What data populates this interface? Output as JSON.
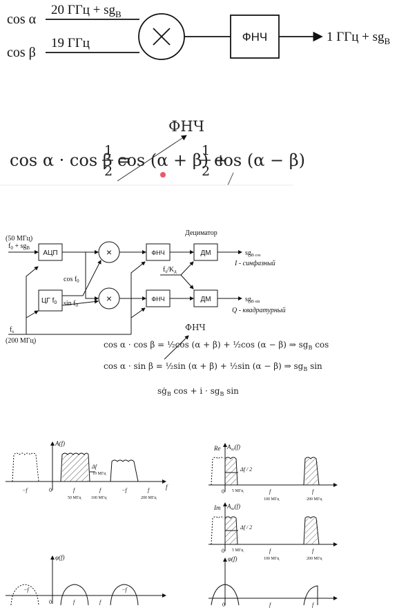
{
  "diagram1": {
    "input_a": "cos α",
    "input_b": "cos β",
    "signal_a": "20 ГГц + sg",
    "signal_a_sub": "B",
    "signal_b": "19 ГГц",
    "mixer": "×",
    "filter": "ФНЧ",
    "output": "1 ГГц + sg",
    "output_sub": "B"
  },
  "formula1": {
    "label": "ФНЧ",
    "lhs": "cos α · cos β =",
    "half": "1",
    "half_den": "2",
    "term1": "cos (α + β) +",
    "term2": "cos (α − β)"
  },
  "diagram2": {
    "in_freq": "(50 МГц)",
    "in_sig": "f",
    "in_sig_sub": "0",
    "in_sig2": " + sg",
    "in_sig2_sub": "B",
    "adc": "АЦП",
    "gen": "ЦГ f",
    "gen_sub": "0",
    "cos_label": "cos f",
    "cos_sub": "0",
    "sin_label": "sin f",
    "sin_sub": "0",
    "lpf1": "ФНЧ",
    "lpf2": "ФНЧ",
    "dm1": "ДМ",
    "dm2": "ДМ",
    "decimator": "Дециматор",
    "decim_ratio": "f",
    "decim_ratio_sub": "s",
    "decim_ratio2": "/K",
    "decim_ratio2_sub": "д",
    "out1": "sg",
    "out1_sub": "B cos",
    "out1_desc": "I - синфазный",
    "out2": "sg",
    "out2_sub": "B sin",
    "out2_desc": "Q - квадратурный",
    "fs": "f",
    "fs_sub": "s",
    "fs_freq": "(200 МГц)",
    "mix": "×",
    "lpf_label": "ФНЧ",
    "eq1": "cos α · cos β = ½cos (α + β) + ½cos (α − β) ⇒ sg",
    "eq1_sub": "B",
    "eq1_end": " cos",
    "eq2": "cos α · sin β = ½sin (α + β) + ½sin (α − β) ⇒ sg",
    "eq2_sub": "B",
    "eq2_end": " sin",
    "eq3": "sġ",
    "eq3_sub": "B",
    "eq3_mid": " cos + i · sg",
    "eq3_sub2": "B",
    "eq3_end": " sin"
  },
  "spectra": {
    "left_amp_label": "A(f)",
    "left_phase_label": "φ(f)",
    "minus_f0": "−f",
    "f0": "f",
    "fs": "f",
    "minus_fs": "−f",
    "zero": "0",
    "f_axis": "f",
    "delta_f": "Δf",
    "delta_f_val": "10 МГц",
    "f0_val": "50 МГц",
    "fs_half_val": "100 МГц",
    "fs_val": "200 МГц",
    "re_label": "Re",
    "im_label": "Im",
    "re_amp": "A",
    "re_amp_sub": "sc",
    "re_amp_end": "(f)",
    "half_delta": "Δf / 2",
    "five_mhz": "5 МГц",
    "right_phase_label": "φ(f)"
  }
}
